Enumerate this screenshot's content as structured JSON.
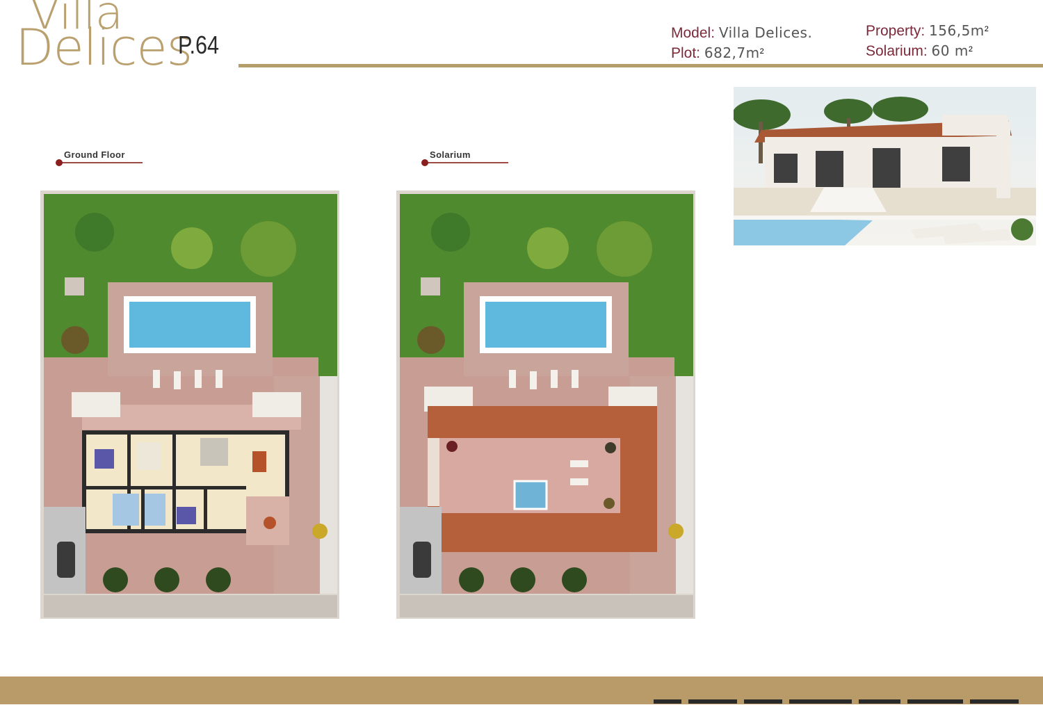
{
  "brand": {
    "line1": "Villa",
    "line2": "Delices",
    "page": "P.64"
  },
  "specs": {
    "model_label": "Model:",
    "model_value": "Villa Delices.",
    "plot_label": "Plot:",
    "plot_value": "682,7m",
    "property_label": "Property:",
    "property_value": "156,5m",
    "solarium_label": "Solarium:",
    "solarium_value": "60 m",
    "area_exponent": "2"
  },
  "sections": {
    "ground_floor": "Ground Floor",
    "solarium": "Solarium"
  },
  "colors": {
    "brand_gold": "#b59e6b",
    "label_maroon": "#7c2a3a",
    "lawn_green": "#4f8a2e",
    "terrace_pink": "#c79d94",
    "pool_blue": "#5fb9de",
    "roof_terracotta": "#b5603a"
  }
}
